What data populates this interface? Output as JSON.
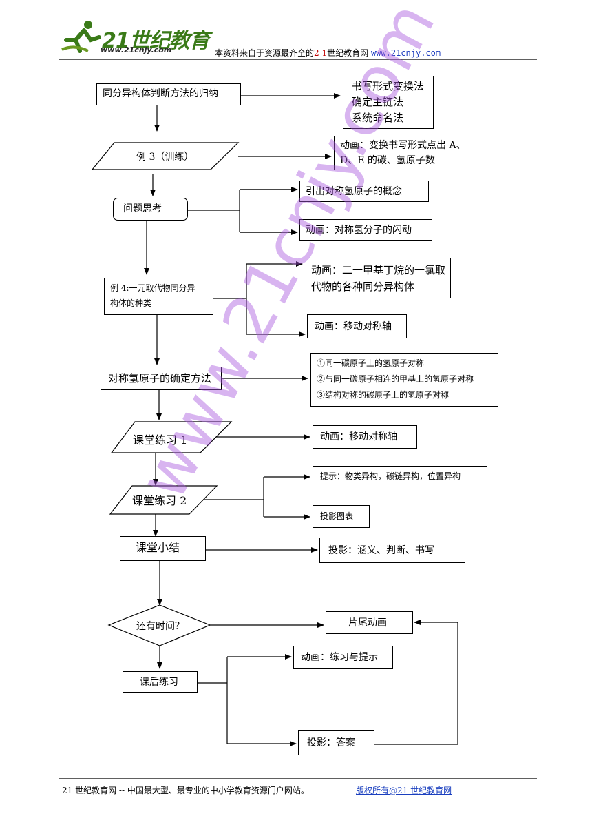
{
  "header": {
    "logo_text": "21世纪教育",
    "logo_url": "www.21cnjy.com",
    "note_prefix": "本资料来自于资源最齐全的",
    "note_red": "2 1",
    "note_mid": "世纪教育网",
    "note_url": "www.21cnjy.com"
  },
  "watermark": "www.21cnjy.com",
  "flow": {
    "summary_box": "同分异构体判断方法的归纳",
    "methods": [
      "书写形式变换法",
      "确定主链法",
      "系统命名法"
    ],
    "example3": "例 3（训练）",
    "anim1": [
      "动画：变换书写形式点出 A、",
      "D、E 的碳、氢原子数"
    ],
    "question": "问题思考",
    "intro_concept": "引出对称氢原子的概念",
    "anim_flash": "动画：对称氢分子的闪动",
    "example4": [
      "例 4:一元取代物同分异",
      "构体的种类"
    ],
    "anim2": [
      "动画：二一甲基丁烷的一氯取",
      "代物的各种同分异构体"
    ],
    "anim_axis1": "动画：移动对称轴",
    "method_box": "对称氢原子的确定方法",
    "rules": [
      "①同一碳原子上的氢原子对称",
      "②与同一碳原子相连的甲基上的氢原子对称",
      "③结构对称的碳原子上的氢原子对称"
    ],
    "practice1": "课堂练习 1",
    "anim_axis2": "动画：移动对称轴",
    "practice2": "课堂练习 2",
    "hint": "提示：物类异构，碳链异构，位置异构",
    "projection_chart": "投影图表",
    "summary_class": "课堂小结",
    "projection_summary": "投影：涵义、判断、书写",
    "time_question": "还有时间？",
    "ending_anim": "片尾动画",
    "homework": "课后练习",
    "anim_practice": "动画：练习与提示",
    "projection_answer": "投影：答案"
  },
  "footer": {
    "left": "21 世纪教育网 -- 中国最大型、最专业的中小学教育资源门户网站。",
    "right": "版权所有@21 世纪教育网"
  }
}
